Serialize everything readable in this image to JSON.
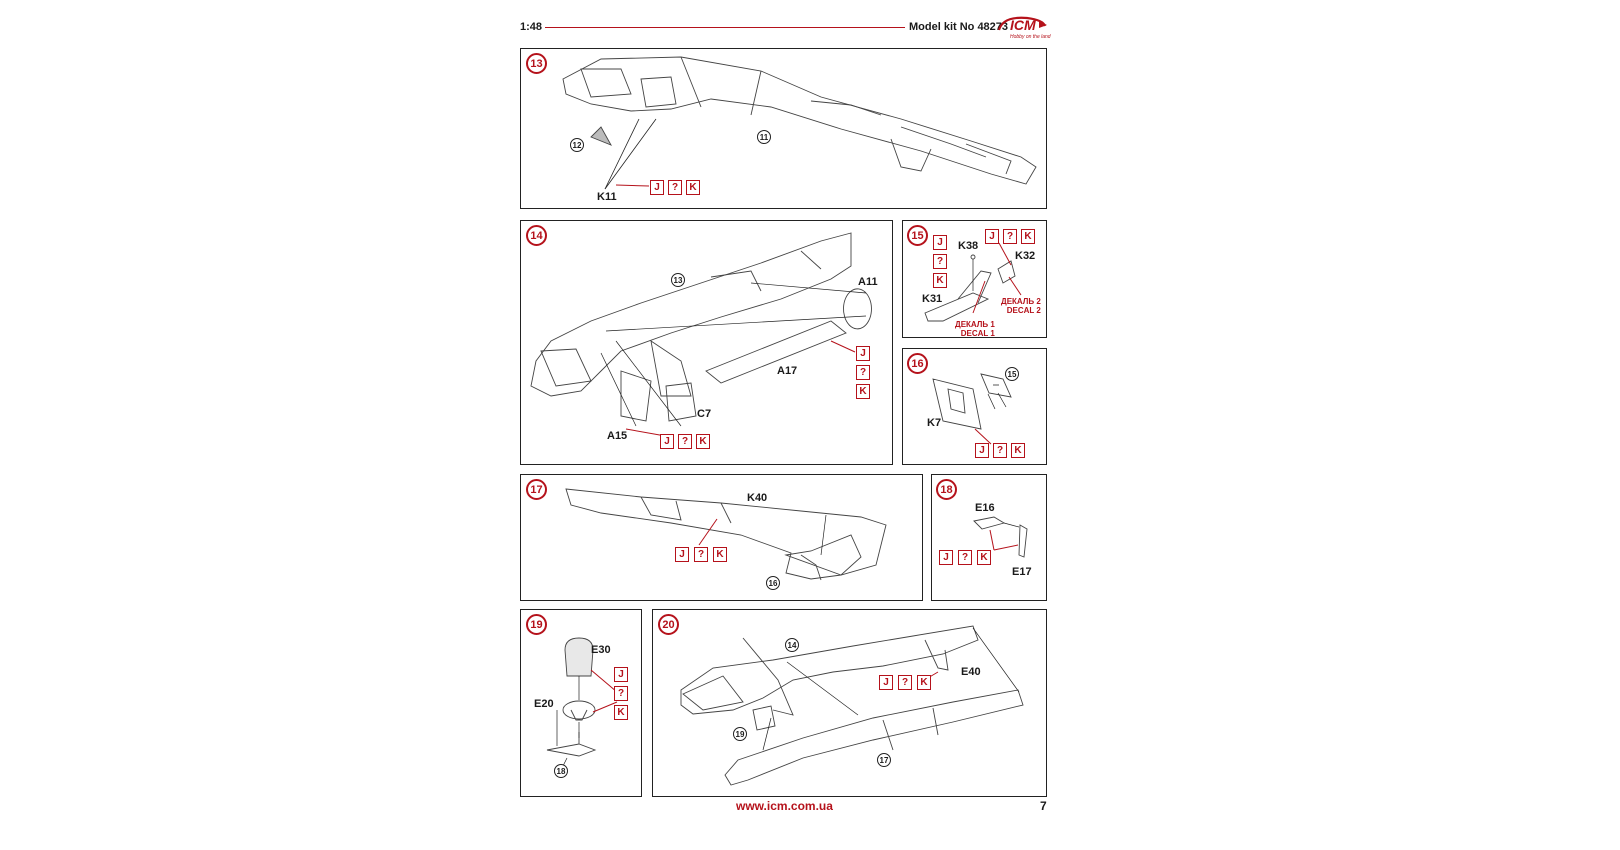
{
  "header": {
    "scale": "1:48",
    "kit_label": "Model kit No 48273",
    "logo": "ICM",
    "logo_tagline": "Hobby on the land"
  },
  "steps": {
    "s13": {
      "num": "13",
      "refs": [
        "12",
        "11"
      ],
      "parts": [
        "K11"
      ],
      "decal": [
        "J",
        "?",
        "K"
      ]
    },
    "s14": {
      "num": "14",
      "refs": [
        "13"
      ],
      "parts": [
        "A11",
        "A17",
        "C7",
        "A15"
      ],
      "decal_a": [
        "J",
        "?",
        "K"
      ],
      "decal_b": [
        "J",
        "?",
        "K"
      ]
    },
    "s15": {
      "num": "15",
      "parts": [
        "K38",
        "K32",
        "K31"
      ],
      "decal_a": [
        "J",
        "?",
        "K"
      ],
      "decal_b": [
        "J",
        "?",
        "K"
      ],
      "decal2_text": "ДЕКАЛЬ 2\nDECAL 2",
      "decal1_text": "ДЕКАЛЬ 1\nDECAL 1"
    },
    "s16": {
      "num": "16",
      "refs": [
        "15"
      ],
      "parts": [
        "K7"
      ],
      "decal": [
        "J",
        "?",
        "K"
      ]
    },
    "s17": {
      "num": "17",
      "refs": [
        "16"
      ],
      "parts": [
        "K40"
      ],
      "decal": [
        "J",
        "?",
        "K"
      ]
    },
    "s18": {
      "num": "18",
      "parts": [
        "E16",
        "E17"
      ],
      "decal": [
        "J",
        "?",
        "K"
      ]
    },
    "s19": {
      "num": "19",
      "refs": [
        "18"
      ],
      "parts": [
        "E30",
        "E20"
      ],
      "decal": [
        "J",
        "?",
        "K"
      ]
    },
    "s20": {
      "num": "20",
      "refs": [
        "14",
        "19",
        "17"
      ],
      "parts": [
        "E40"
      ],
      "decal": [
        "J",
        "?",
        "K"
      ]
    }
  },
  "footer": {
    "url": "www.icm.com.ua",
    "page": "7"
  },
  "colors": {
    "accent": "#b5121b",
    "ink": "#1a1a1a"
  }
}
